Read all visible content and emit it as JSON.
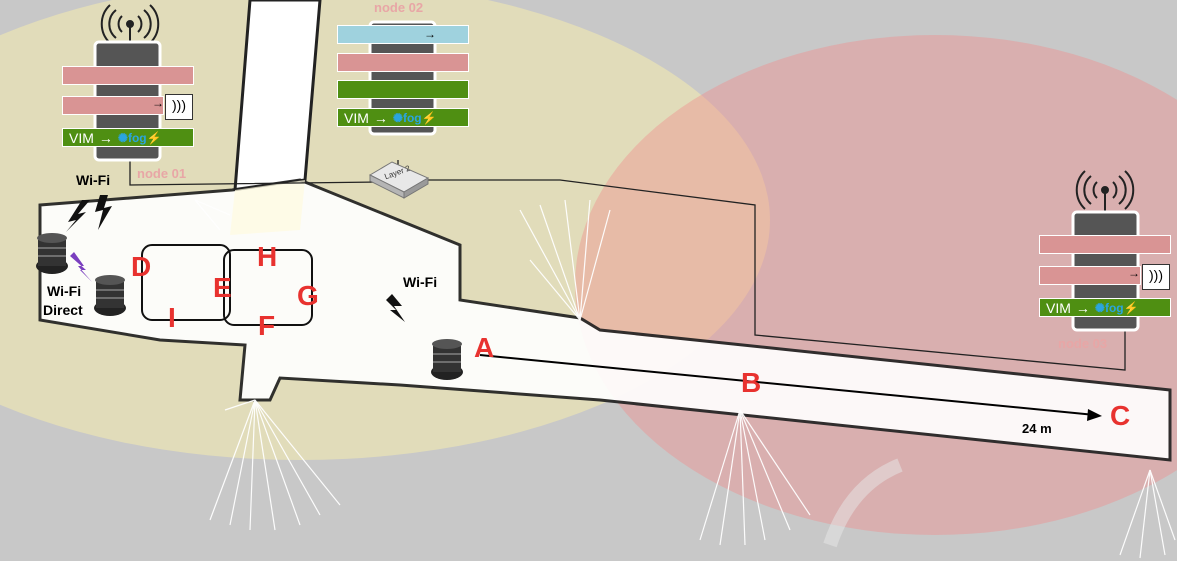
{
  "nodes": {
    "node01": {
      "title": "node 01",
      "vim": "VIM",
      "fog": "fog"
    },
    "node02": {
      "title": "node 02",
      "vim": "VIM",
      "fog": "fog"
    },
    "node03": {
      "title": "node 03",
      "vim": "VIM",
      "fog": "fog"
    }
  },
  "switch": {
    "label": "Layer 2"
  },
  "zones": [
    "A",
    "B",
    "C",
    "D",
    "E",
    "F",
    "G",
    "H",
    "I"
  ],
  "wifi": {
    "left": "Wi-Fi",
    "direct_line1": "Wi-Fi",
    "direct_line2": "Direct",
    "robot": "Wi-Fi"
  },
  "distance": "24 m",
  "colors": {
    "node_title": "#e8a6a6",
    "zone_letter": "#e8322f",
    "coverage_yellow": "#fff5b8",
    "coverage_red": "#f0a0a0",
    "bar_pink": "#d99494",
    "bar_blue": "#9fd2de",
    "bar_green": "#4f8f12"
  }
}
